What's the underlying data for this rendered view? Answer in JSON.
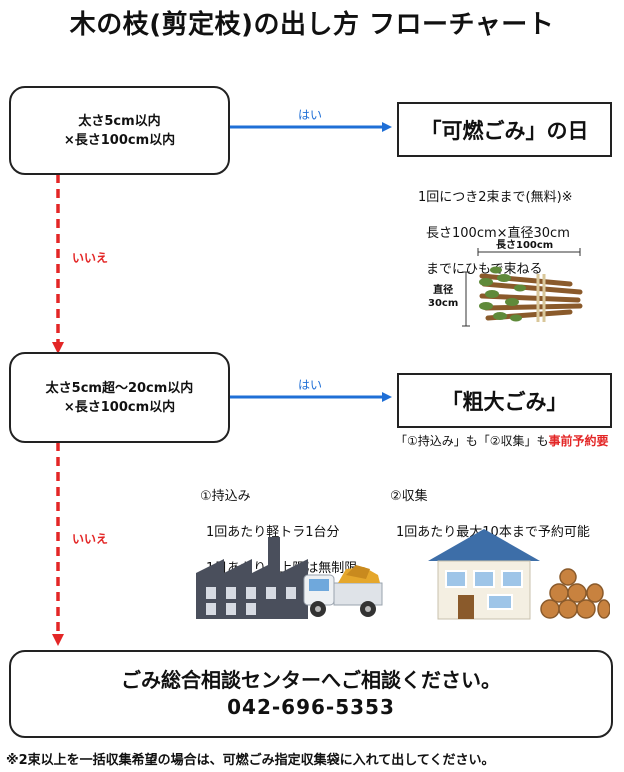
{
  "title": "木の枝(剪定枝)の出し方 フローチャート",
  "step1": {
    "condition_line1": "太さ5cm以内",
    "condition_line2": "×長さ100cm以内",
    "yes_label": "はい",
    "no_label": "いいえ",
    "result": "「可燃ごみ」の日",
    "note_line1": "1回につき2束まで(無料)※",
    "note_line2": "長さ100cm×直径30cm",
    "note_line3": "までにひもで束ねる",
    "bundle_length_label": "長さ100cm",
    "bundle_diameter_label": "直径",
    "bundle_diameter_value": "30cm"
  },
  "step2": {
    "condition_line1": "太さ5cm超～20cm以内",
    "condition_line2": "×長さ100cm以内",
    "yes_label": "はい",
    "no_label": "いいえ",
    "result": "「粗大ごみ」",
    "reservation_prefix": "「①持込み」も「②収集」も",
    "reservation_emphasis": "事前予約要",
    "option1_title": "①持込み",
    "option1_line1": "1回あたり軽トラ1台分",
    "option1_line2": "1日あたりの上限は無制限",
    "option2_title": "②収集",
    "option2_line1": "1回あたり最大10本まで予約可能"
  },
  "final": {
    "message": "ごみ総合相談センターへご相談ください。",
    "phone": "042-696-5353"
  },
  "footnote": "※2束以上を一括収集希望の場合は、可燃ごみ指定収集袋に入れて出してください。",
  "colors": {
    "yes_arrow": "#1f6fd6",
    "no_arrow": "#e32626",
    "emphasis": "#e32626"
  }
}
